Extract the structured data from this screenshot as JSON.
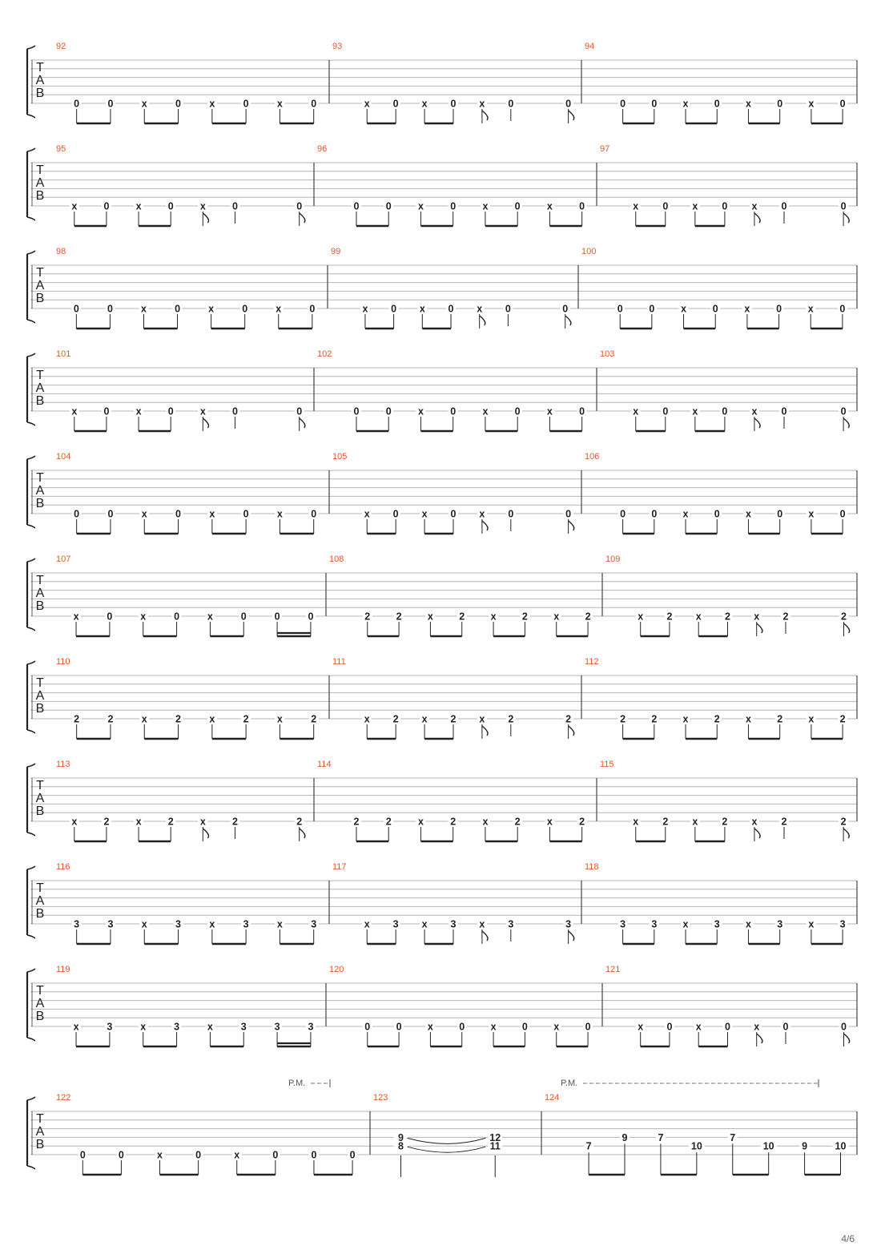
{
  "page": {
    "page_number_label": "4/6"
  },
  "tab_letters": [
    "T",
    "A",
    "B"
  ],
  "palm_mute_label": "P.M.",
  "colors": {
    "measure_number": "#e8562a",
    "ink": "#222222",
    "staff_line": "#b5b5b5"
  },
  "systems": [
    {
      "measures": [
        {
          "number": "92",
          "notes": [
            {
              "s": "0"
            },
            {
              "s": "0"
            },
            {
              "s": "x"
            },
            {
              "s": "0"
            },
            {
              "s": "x"
            },
            {
              "s": "0"
            },
            {
              "s": "x"
            },
            {
              "s": "0"
            }
          ],
          "rhythm": "A"
        },
        {
          "number": "93",
          "notes": [
            {
              "s": "x"
            },
            {
              "s": "0"
            },
            {
              "s": "x"
            },
            {
              "s": "0"
            },
            {
              "s": "x"
            },
            {
              "s": "0"
            },
            {
              "s": "0"
            }
          ],
          "rhythm": "B"
        },
        {
          "number": "94",
          "notes": [
            {
              "s": "0"
            },
            {
              "s": "0"
            },
            {
              "s": "x"
            },
            {
              "s": "0"
            },
            {
              "s": "x"
            },
            {
              "s": "0"
            },
            {
              "s": "x"
            },
            {
              "s": "0"
            }
          ],
          "rhythm": "A"
        }
      ]
    },
    {
      "measures": [
        {
          "number": "95",
          "notes": [
            {
              "s": "x"
            },
            {
              "s": "0"
            },
            {
              "s": "x"
            },
            {
              "s": "0"
            },
            {
              "s": "x"
            },
            {
              "s": "0"
            },
            {
              "s": "0"
            }
          ],
          "rhythm": "B"
        },
        {
          "number": "96",
          "notes": [
            {
              "s": "0"
            },
            {
              "s": "0"
            },
            {
              "s": "x"
            },
            {
              "s": "0"
            },
            {
              "s": "x"
            },
            {
              "s": "0"
            },
            {
              "s": "x"
            },
            {
              "s": "0"
            }
          ],
          "rhythm": "A"
        },
        {
          "number": "97",
          "notes": [
            {
              "s": "x"
            },
            {
              "s": "0"
            },
            {
              "s": "x"
            },
            {
              "s": "0"
            },
            {
              "s": "x"
            },
            {
              "s": "0"
            },
            {
              "s": "0"
            }
          ],
          "rhythm": "B"
        }
      ]
    },
    {
      "measures": [
        {
          "number": "98",
          "notes": [
            {
              "s": "0"
            },
            {
              "s": "0"
            },
            {
              "s": "x"
            },
            {
              "s": "0"
            },
            {
              "s": "x"
            },
            {
              "s": "0"
            },
            {
              "s": "x"
            },
            {
              "s": "0"
            }
          ],
          "rhythm": "A"
        },
        {
          "number": "99",
          "notes": [
            {
              "s": "x"
            },
            {
              "s": "0"
            },
            {
              "s": "x"
            },
            {
              "s": "0"
            },
            {
              "s": "x"
            },
            {
              "s": "0"
            },
            {
              "s": "0"
            }
          ],
          "rhythm": "B"
        },
        {
          "number": "100",
          "notes": [
            {
              "s": "0"
            },
            {
              "s": "0"
            },
            {
              "s": "x"
            },
            {
              "s": "0"
            },
            {
              "s": "x"
            },
            {
              "s": "0"
            },
            {
              "s": "x"
            },
            {
              "s": "0"
            }
          ],
          "rhythm": "A"
        }
      ]
    },
    {
      "measures": [
        {
          "number": "101",
          "notes": [
            {
              "s": "x"
            },
            {
              "s": "0"
            },
            {
              "s": "x"
            },
            {
              "s": "0"
            },
            {
              "s": "x"
            },
            {
              "s": "0"
            },
            {
              "s": "0"
            }
          ],
          "rhythm": "B"
        },
        {
          "number": "102",
          "notes": [
            {
              "s": "0"
            },
            {
              "s": "0"
            },
            {
              "s": "x"
            },
            {
              "s": "0"
            },
            {
              "s": "x"
            },
            {
              "s": "0"
            },
            {
              "s": "x"
            },
            {
              "s": "0"
            }
          ],
          "rhythm": "A"
        },
        {
          "number": "103",
          "notes": [
            {
              "s": "x"
            },
            {
              "s": "0"
            },
            {
              "s": "x"
            },
            {
              "s": "0"
            },
            {
              "s": "x"
            },
            {
              "s": "0"
            },
            {
              "s": "0"
            }
          ],
          "rhythm": "B"
        }
      ]
    },
    {
      "measures": [
        {
          "number": "104",
          "notes": [
            {
              "s": "0"
            },
            {
              "s": "0"
            },
            {
              "s": "x"
            },
            {
              "s": "0"
            },
            {
              "s": "x"
            },
            {
              "s": "0"
            },
            {
              "s": "x"
            },
            {
              "s": "0"
            }
          ],
          "rhythm": "A"
        },
        {
          "number": "105",
          "notes": [
            {
              "s": "x"
            },
            {
              "s": "0"
            },
            {
              "s": "x"
            },
            {
              "s": "0"
            },
            {
              "s": "x"
            },
            {
              "s": "0"
            },
            {
              "s": "0"
            }
          ],
          "rhythm": "B"
        },
        {
          "number": "106",
          "notes": [
            {
              "s": "0"
            },
            {
              "s": "0"
            },
            {
              "s": "x"
            },
            {
              "s": "0"
            },
            {
              "s": "x"
            },
            {
              "s": "0"
            },
            {
              "s": "x"
            },
            {
              "s": "0"
            }
          ],
          "rhythm": "A"
        }
      ]
    },
    {
      "measures": [
        {
          "number": "107",
          "notes": [
            {
              "s": "x"
            },
            {
              "s": "0"
            },
            {
              "s": "x"
            },
            {
              "s": "0"
            },
            {
              "s": "x"
            },
            {
              "s": "0"
            },
            {
              "s": "0"
            },
            {
              "s": "0"
            }
          ],
          "rhythm": "C"
        },
        {
          "number": "108",
          "notes": [
            {
              "s": "2"
            },
            {
              "s": "2"
            },
            {
              "s": "x"
            },
            {
              "s": "2"
            },
            {
              "s": "x"
            },
            {
              "s": "2"
            },
            {
              "s": "x"
            },
            {
              "s": "2"
            }
          ],
          "rhythm": "A"
        },
        {
          "number": "109",
          "notes": [
            {
              "s": "x"
            },
            {
              "s": "2"
            },
            {
              "s": "x"
            },
            {
              "s": "2"
            },
            {
              "s": "x"
            },
            {
              "s": "2"
            },
            {
              "s": "2"
            }
          ],
          "rhythm": "B"
        }
      ]
    },
    {
      "measures": [
        {
          "number": "110",
          "notes": [
            {
              "s": "2"
            },
            {
              "s": "2"
            },
            {
              "s": "x"
            },
            {
              "s": "2"
            },
            {
              "s": "x"
            },
            {
              "s": "2"
            },
            {
              "s": "x"
            },
            {
              "s": "2"
            }
          ],
          "rhythm": "A"
        },
        {
          "number": "111",
          "notes": [
            {
              "s": "x"
            },
            {
              "s": "2"
            },
            {
              "s": "x"
            },
            {
              "s": "2"
            },
            {
              "s": "x"
            },
            {
              "s": "2"
            },
            {
              "s": "2"
            }
          ],
          "rhythm": "B"
        },
        {
          "number": "112",
          "notes": [
            {
              "s": "2"
            },
            {
              "s": "2"
            },
            {
              "s": "x"
            },
            {
              "s": "2"
            },
            {
              "s": "x"
            },
            {
              "s": "2"
            },
            {
              "s": "x"
            },
            {
              "s": "2"
            }
          ],
          "rhythm": "A"
        }
      ]
    },
    {
      "measures": [
        {
          "number": "113",
          "notes": [
            {
              "s": "x"
            },
            {
              "s": "2"
            },
            {
              "s": "x"
            },
            {
              "s": "2"
            },
            {
              "s": "x"
            },
            {
              "s": "2"
            },
            {
              "s": "2"
            }
          ],
          "rhythm": "B"
        },
        {
          "number": "114",
          "notes": [
            {
              "s": "2"
            },
            {
              "s": "2"
            },
            {
              "s": "x"
            },
            {
              "s": "2"
            },
            {
              "s": "x"
            },
            {
              "s": "2"
            },
            {
              "s": "x"
            },
            {
              "s": "2"
            }
          ],
          "rhythm": "A"
        },
        {
          "number": "115",
          "notes": [
            {
              "s": "x"
            },
            {
              "s": "2"
            },
            {
              "s": "x"
            },
            {
              "s": "2"
            },
            {
              "s": "x"
            },
            {
              "s": "2"
            },
            {
              "s": "2"
            }
          ],
          "rhythm": "B"
        }
      ]
    },
    {
      "measures": [
        {
          "number": "116",
          "notes": [
            {
              "s": "3"
            },
            {
              "s": "3"
            },
            {
              "s": "x"
            },
            {
              "s": "3"
            },
            {
              "s": "x"
            },
            {
              "s": "3"
            },
            {
              "s": "x"
            },
            {
              "s": "3"
            }
          ],
          "rhythm": "A"
        },
        {
          "number": "117",
          "notes": [
            {
              "s": "x"
            },
            {
              "s": "3"
            },
            {
              "s": "x"
            },
            {
              "s": "3"
            },
            {
              "s": "x"
            },
            {
              "s": "3"
            },
            {
              "s": "3"
            }
          ],
          "rhythm": "B"
        },
        {
          "number": "118",
          "notes": [
            {
              "s": "3"
            },
            {
              "s": "3"
            },
            {
              "s": "x"
            },
            {
              "s": "3"
            },
            {
              "s": "x"
            },
            {
              "s": "3"
            },
            {
              "s": "x"
            },
            {
              "s": "3"
            }
          ],
          "rhythm": "A"
        }
      ]
    },
    {
      "measures": [
        {
          "number": "119",
          "notes": [
            {
              "s": "x"
            },
            {
              "s": "3"
            },
            {
              "s": "x"
            },
            {
              "s": "3"
            },
            {
              "s": "x"
            },
            {
              "s": "3"
            },
            {
              "s": "3"
            },
            {
              "s": "3"
            }
          ],
          "rhythm": "C"
        },
        {
          "number": "120",
          "notes": [
            {
              "s": "0"
            },
            {
              "s": "0"
            },
            {
              "s": "x"
            },
            {
              "s": "0"
            },
            {
              "s": "x"
            },
            {
              "s": "0"
            },
            {
              "s": "x"
            },
            {
              "s": "0"
            }
          ],
          "rhythm": "A"
        },
        {
          "number": "121",
          "notes": [
            {
              "s": "x"
            },
            {
              "s": "0"
            },
            {
              "s": "x"
            },
            {
              "s": "0"
            },
            {
              "s": "x"
            },
            {
              "s": "0"
            },
            {
              "s": "0"
            }
          ],
          "rhythm": "B"
        }
      ]
    },
    {
      "measures": [
        {
          "number": "122",
          "notes": [
            {
              "s": "0"
            },
            {
              "s": "0"
            },
            {
              "s": "x"
            },
            {
              "s": "0"
            },
            {
              "s": "x"
            },
            {
              "s": "0"
            },
            {
              "s": "0"
            },
            {
              "s": "0"
            }
          ],
          "rhythm": "A"
        },
        {
          "number": "123",
          "notes": [
            {
              "chord": [
                {
                  "str": 4,
                  "t": "9"
                },
                {
                  "str": 5,
                  "t": "8"
                }
              ]
            },
            {
              "chord": [
                {
                  "str": 4,
                  "t": "12"
                },
                {
                  "str": 5,
                  "t": "11"
                }
              ]
            }
          ],
          "rhythm": "D",
          "pm": true
        },
        {
          "number": "124",
          "notes": [
            {
              "str": 5,
              "t": "7"
            },
            {
              "str": 4,
              "t": "9"
            },
            {
              "str": 4,
              "t": "7"
            },
            {
              "str": 5,
              "t": "10"
            },
            {
              "str": 4,
              "t": "7"
            },
            {
              "str": 5,
              "t": "10"
            },
            {
              "str": 5,
              "t": "9"
            },
            {
              "str": 5,
              "t": "10"
            }
          ],
          "rhythm": "A",
          "pm": true
        }
      ]
    }
  ]
}
